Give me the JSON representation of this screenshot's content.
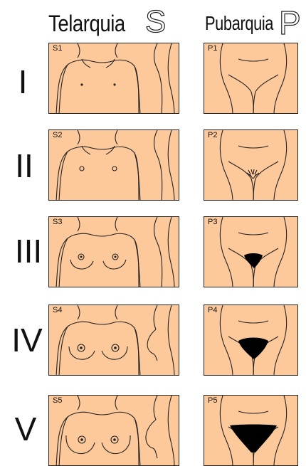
{
  "columns": {
    "breast": {
      "title": "Telarquia",
      "letter": "S"
    },
    "pubic": {
      "title": "Pubarquia",
      "letter": "P"
    }
  },
  "stages": [
    {
      "roman": "I",
      "s_code": "S1",
      "p_code": "P1"
    },
    {
      "roman": "II",
      "s_code": "S2",
      "p_code": "P2"
    },
    {
      "roman": "III",
      "s_code": "S3",
      "p_code": "P3"
    },
    {
      "roman": "IV",
      "s_code": "S4",
      "p_code": "P4"
    },
    {
      "roman": "V",
      "s_code": "S5",
      "p_code": "P5"
    }
  ],
  "colors": {
    "skin": "#fdc99b",
    "line": "#222222",
    "hair": "#000000"
  }
}
